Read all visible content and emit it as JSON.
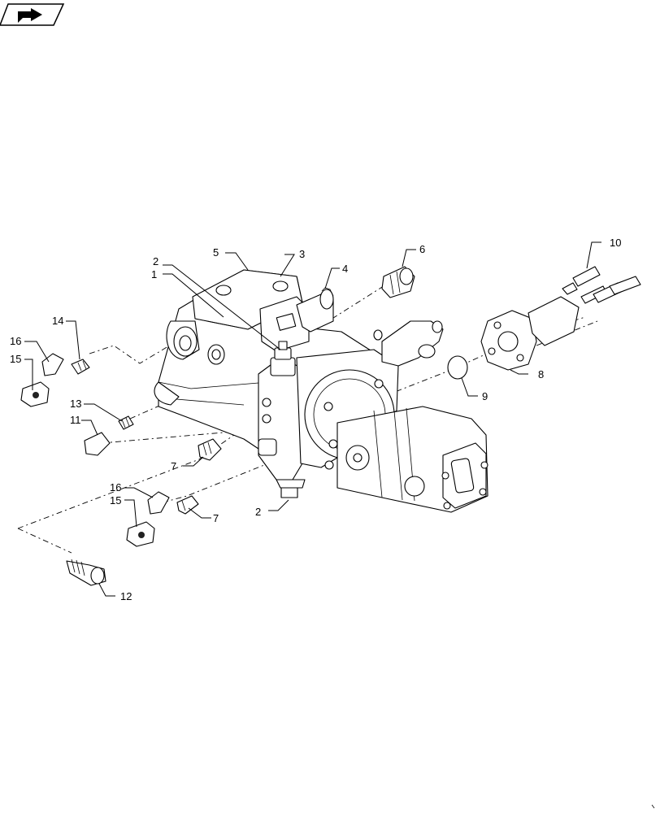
{
  "icon": "return-arrow-icon",
  "callouts": [
    {
      "id": "c1",
      "label": "1"
    },
    {
      "id": "c2a",
      "label": "2"
    },
    {
      "id": "c2b",
      "label": "2"
    },
    {
      "id": "c3",
      "label": "3"
    },
    {
      "id": "c4",
      "label": "4"
    },
    {
      "id": "c5",
      "label": "5"
    },
    {
      "id": "c6",
      "label": "6"
    },
    {
      "id": "c7a",
      "label": "7"
    },
    {
      "id": "c7b",
      "label": "7"
    },
    {
      "id": "c8",
      "label": "8"
    },
    {
      "id": "c9",
      "label": "9"
    },
    {
      "id": "c10",
      "label": "10"
    },
    {
      "id": "c11",
      "label": "11"
    },
    {
      "id": "c12",
      "label": "12"
    },
    {
      "id": "c13",
      "label": "13"
    },
    {
      "id": "c14",
      "label": "14"
    },
    {
      "id": "c15a",
      "label": "15"
    },
    {
      "id": "c15b",
      "label": "15"
    },
    {
      "id": "c16a",
      "label": "16"
    },
    {
      "id": "c16b",
      "label": "16"
    }
  ]
}
